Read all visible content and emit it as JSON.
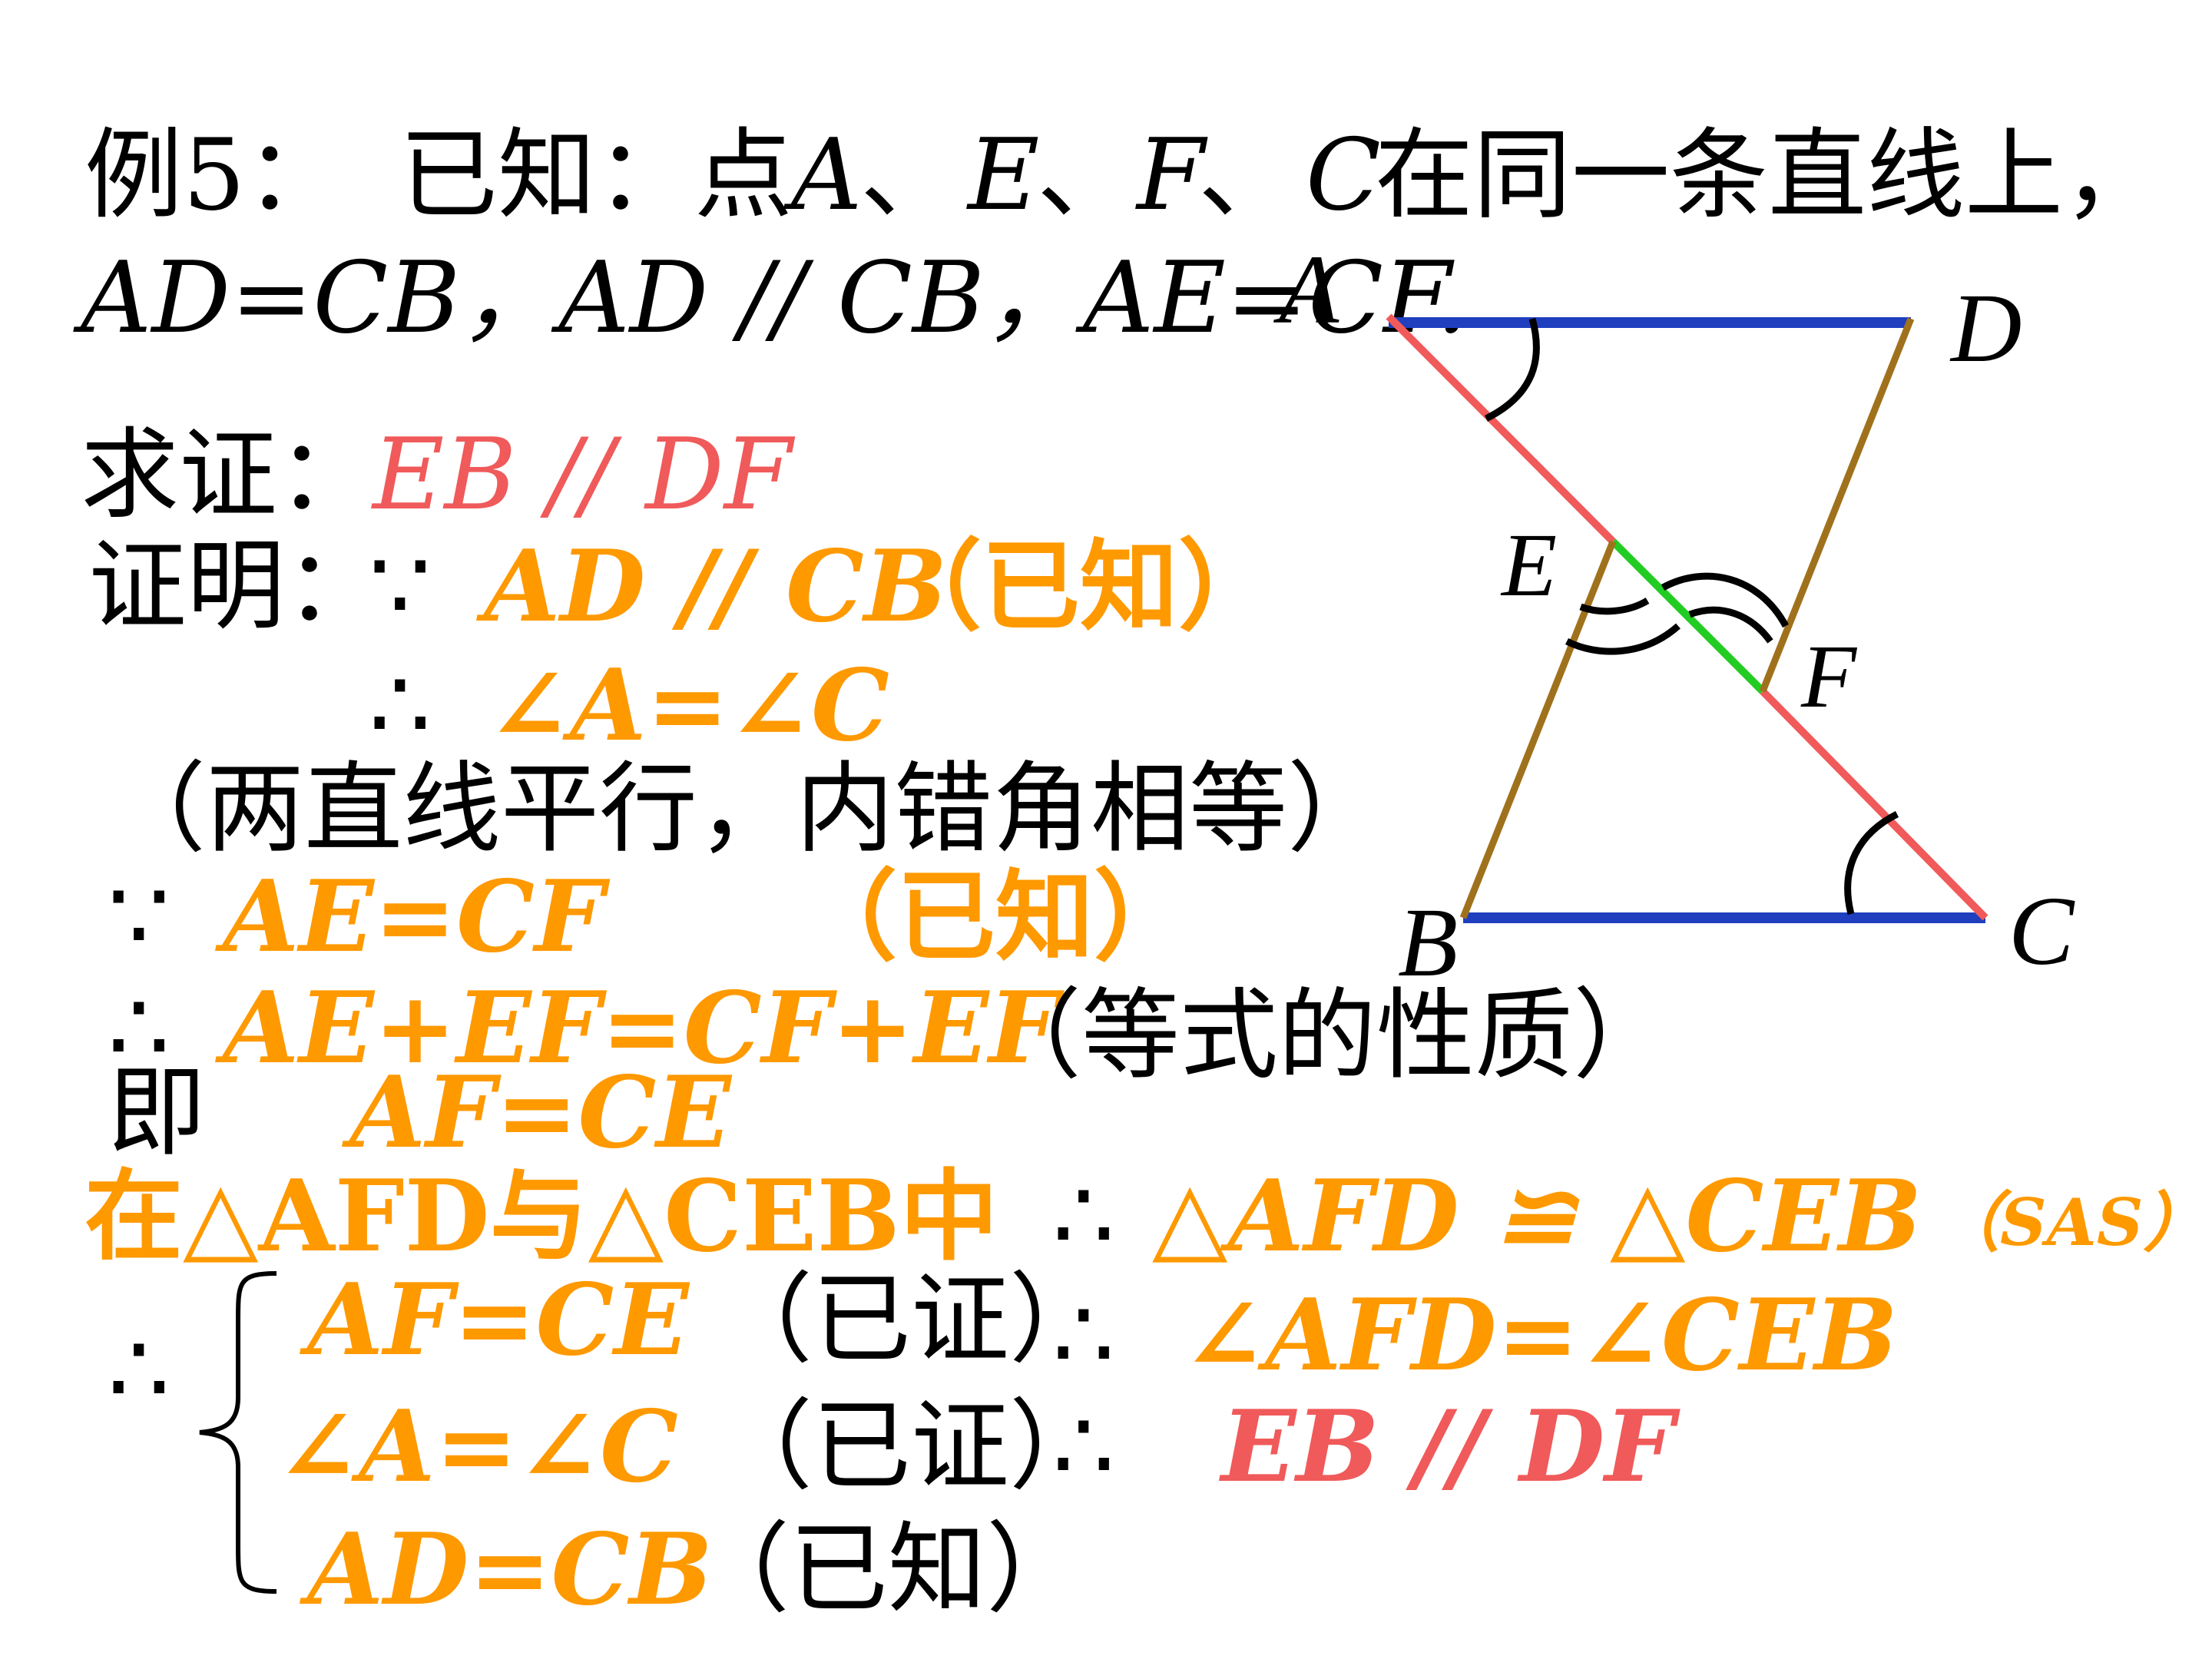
{
  "lines": {
    "title_prefix": "例5：",
    "title_main_prefix": "已知：点",
    "title_A": "A",
    "sep1": "、",
    "title_E": "E",
    "sep2": "、",
    "title_F": "F",
    "sep3": "、",
    "title_C": "C",
    "title_suffix": "在同一条直线上，",
    "given2": "AD=CB，AD // CB，AE=CF.",
    "prove_label": "求证：",
    "prove_stmt": "EB // DF",
    "proof_label": "证明：",
    "because": "∵",
    "therefore": "∴",
    "step1_stmt": "AD // CB",
    "step1_reason": "（已知）",
    "step2_stmt": "∠A=∠C",
    "step2_reason": "（两直线平行，内错角相等）",
    "step3_stmt": "AE=CF",
    "step3_reason": "（已知）",
    "step4_stmt": "AE+EF=CF+EF",
    "step4_reason": "（等式的性质）",
    "ji": "即",
    "step5_stmt": "AF=CE",
    "triangle_intro": "在△AFD与△CEB中",
    "congruent_stmt": "△AFD ≌ △CEB",
    "sas": "（SAS）",
    "case1": "AF=CE",
    "case1_reason": "（已证）",
    "case2": "∠A=∠C",
    "case2_reason": "（已证）",
    "case3": "AD=CB",
    "case3_reason": "（已知）",
    "concl1": "∠AFD=∠CEB",
    "concl2": "EB // DF"
  },
  "figure_labels": {
    "A": "A",
    "D": "D",
    "E": "E",
    "F": "F",
    "B": "B",
    "C": "C"
  },
  "colors": {
    "blue": "#1f3fbf",
    "red_line": "#f05a5a",
    "brown": "#a0711c",
    "green": "#22cc22",
    "orange": "#ff9900",
    "black": "#000000"
  }
}
